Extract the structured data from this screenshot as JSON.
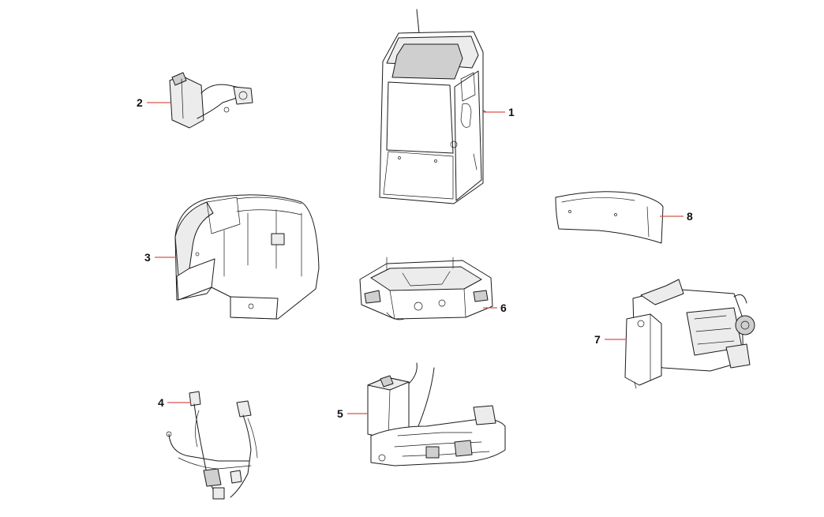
{
  "diagram": {
    "callouts": [
      {
        "id": "1",
        "label": "1"
      },
      {
        "id": "2",
        "label": "2"
      },
      {
        "id": "3",
        "label": "3"
      },
      {
        "id": "4",
        "label": "4"
      },
      {
        "id": "5",
        "label": "5"
      },
      {
        "id": "6",
        "label": "6"
      },
      {
        "id": "7",
        "label": "7"
      },
      {
        "id": "8",
        "label": "8"
      }
    ],
    "colors": {
      "leader": "#d9534f",
      "ink": "#1a1a1a",
      "background": "#ffffff"
    }
  }
}
